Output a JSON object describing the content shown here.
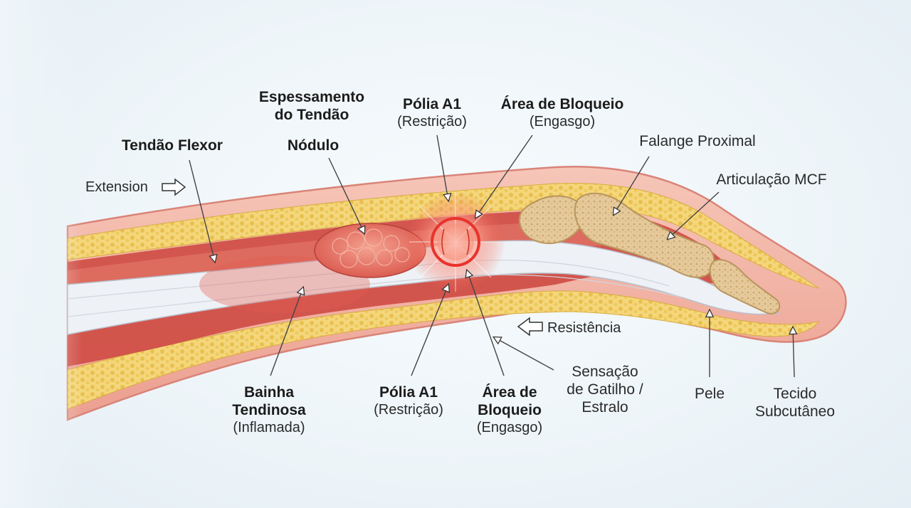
{
  "labels": {
    "espessamento_tendao": "Espessamento\ndo Tendão",
    "polia_a1_top": "Pólia A1",
    "polia_a1_top_sub": "(Restrição)",
    "area_bloqueio_top": "Área de Bloqueio",
    "area_bloqueio_top_sub": "(Engasgo)",
    "falange_proximal": "Falange Proximal",
    "tendao_flexor": "Tendão Flexor",
    "nodulo": "Nódulo",
    "articulacao_mcf": "Articulação MCF",
    "extension": "Extension",
    "resistencia": "Resistência",
    "bainha_tendinosa": "Bainha\nTendinosa",
    "bainha_tendinosa_sub": "(Inflamada)",
    "polia_a1_bottom": "Pólia A1",
    "polia_a1_bottom_sub": "(Restrição)",
    "area_bloqueio_bottom": "Área de\nBloqueio",
    "area_bloqueio_bottom_sub": "(Engasgo)",
    "sensacao_gatilho": "Sensação\nde Gatilho /\nEstralo",
    "pele": "Pele",
    "tecido_subcutaneo": "Tecido\nSubcutâneo"
  },
  "colors": {
    "skin": "#f2b5a6",
    "skin_edge": "#d98478",
    "fat": "#f3d77a",
    "muscle": "#c9463f",
    "tendon": "#e9ecf1",
    "bone": "#efd8a6",
    "inflammation": "#e8332b"
  }
}
